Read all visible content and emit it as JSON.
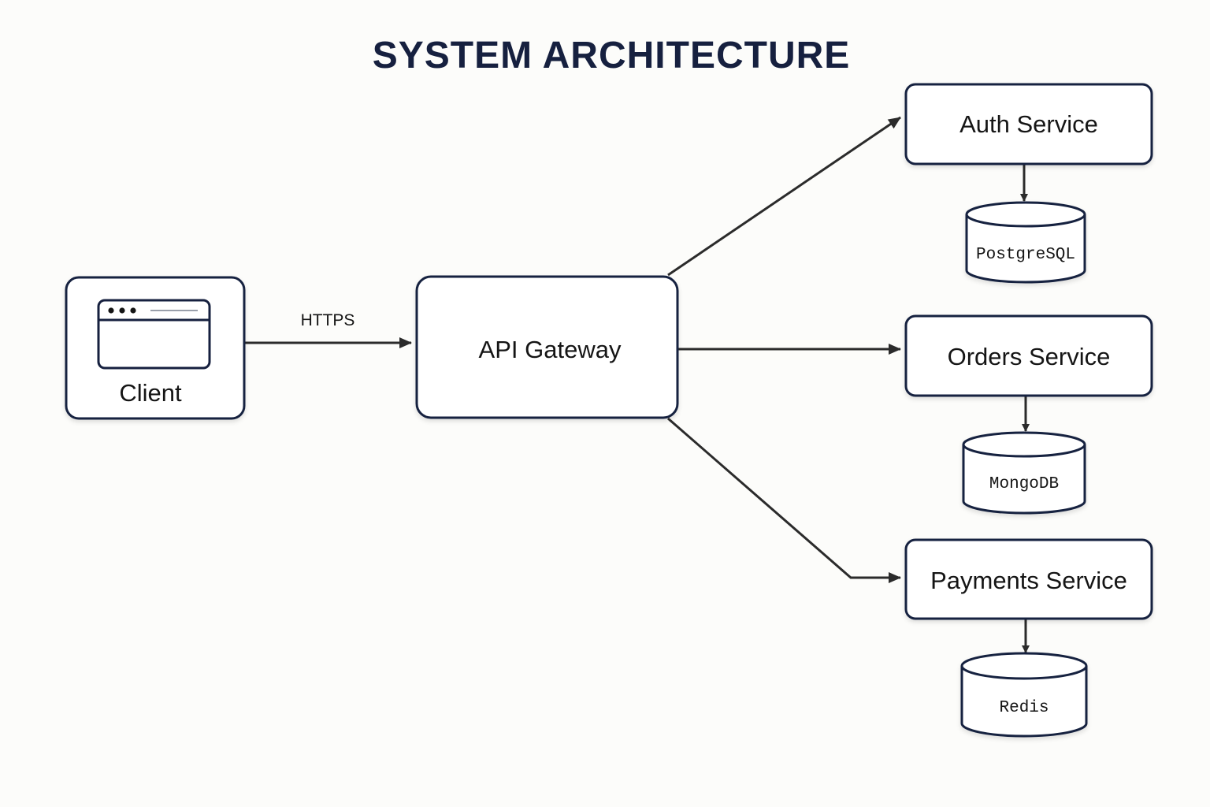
{
  "title": "SYSTEM ARCHITECTURE",
  "colors": {
    "background": "#fcfcfa",
    "node_stroke": "#16203f",
    "title_text": "#16203f",
    "text": "#151515",
    "edge": "#2b2b2b"
  },
  "nodes": {
    "client": {
      "label": "Client",
      "icon": "browser-window-icon"
    },
    "gateway": {
      "label": "API Gateway"
    },
    "auth": {
      "label": "Auth Service"
    },
    "orders": {
      "label": "Orders Service"
    },
    "payments": {
      "label": "Payments Service"
    }
  },
  "databases": {
    "postgres": {
      "label": "PostgreSQL",
      "icon": "database-cylinder-icon"
    },
    "mongo": {
      "label": "MongoDB",
      "icon": "database-cylinder-icon"
    },
    "redis": {
      "label": "Redis",
      "icon": "database-cylinder-icon"
    }
  },
  "edges": [
    {
      "from": "client",
      "to": "gateway",
      "label": "HTTPS"
    },
    {
      "from": "gateway",
      "to": "auth",
      "label": ""
    },
    {
      "from": "gateway",
      "to": "orders",
      "label": ""
    },
    {
      "from": "gateway",
      "to": "payments",
      "label": ""
    },
    {
      "from": "auth",
      "to": "postgres",
      "label": ""
    },
    {
      "from": "orders",
      "to": "mongo",
      "label": ""
    },
    {
      "from": "payments",
      "to": "redis",
      "label": ""
    }
  ]
}
